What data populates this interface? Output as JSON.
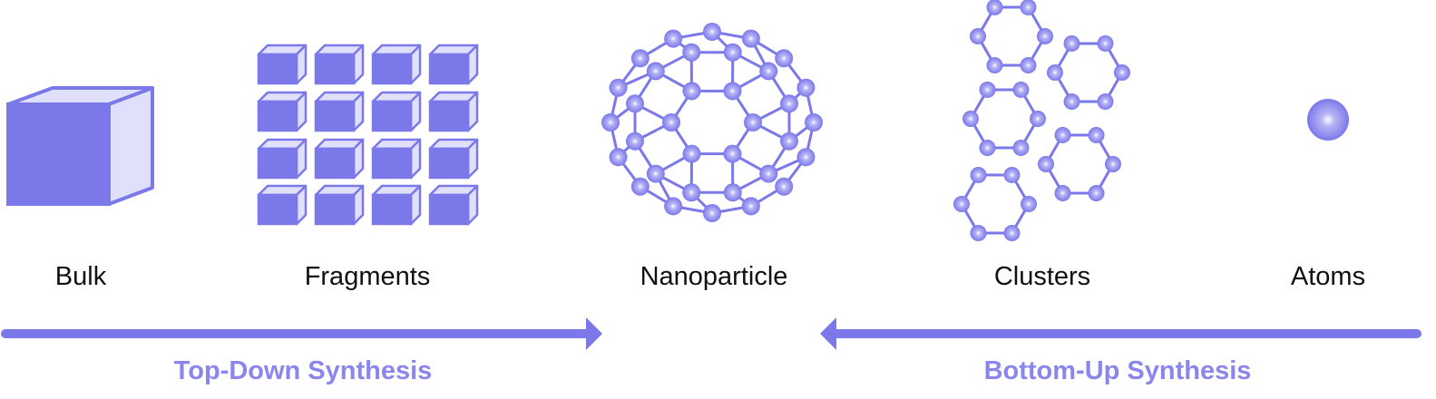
{
  "colors": {
    "primary": "#7b78ea",
    "light_face": "#e1e0fb",
    "mid_face": "#c9c7f7",
    "label": "#111111",
    "synthesis_label": "#8b86ee"
  },
  "stages": [
    {
      "id": "bulk",
      "label": "Bulk",
      "icon": "cube-icon"
    },
    {
      "id": "fragments",
      "label": "Fragments",
      "icon": "cube-grid-icon"
    },
    {
      "id": "nanoparticle",
      "label": "Nanoparticle",
      "icon": "fullerene-icon"
    },
    {
      "id": "clusters",
      "label": "Clusters",
      "icon": "hexagon-cluster-icon"
    },
    {
      "id": "atoms",
      "label": "Atoms",
      "icon": "atom-sphere-icon"
    }
  ],
  "synthesis": {
    "top_down": {
      "label": "Top-Down Synthesis",
      "direction": "right"
    },
    "bottom_up": {
      "label": "Bottom-Up Synthesis",
      "direction": "left"
    }
  }
}
